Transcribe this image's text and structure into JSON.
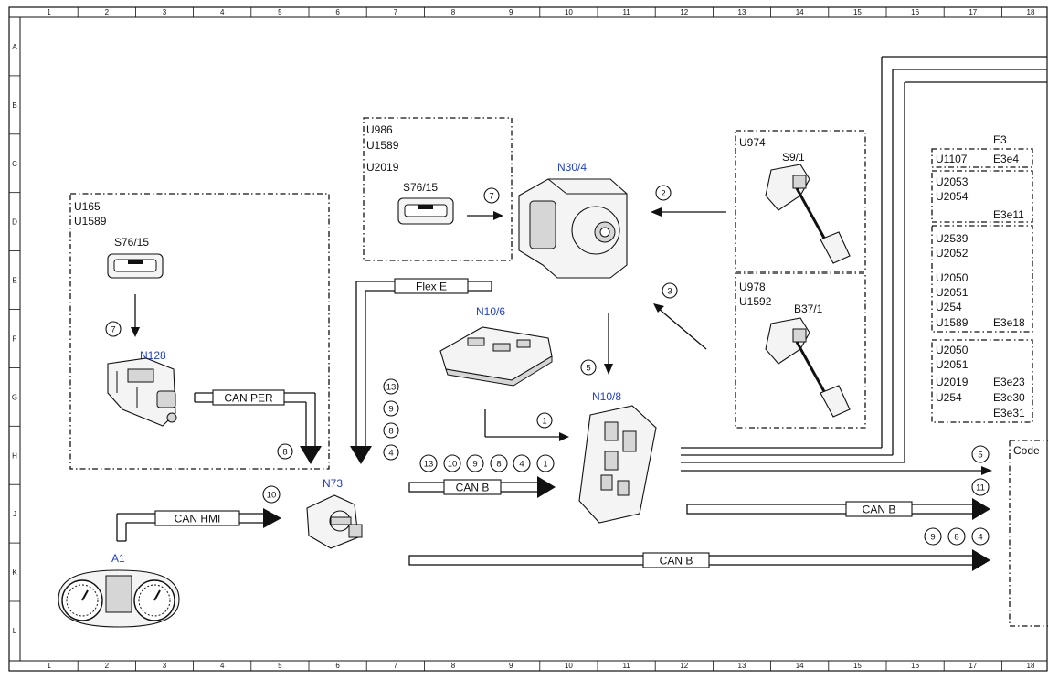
{
  "grid": {
    "columns": [
      "1",
      "2",
      "3",
      "4",
      "5",
      "6",
      "7",
      "8",
      "9",
      "10",
      "11",
      "12",
      "13",
      "14",
      "15",
      "16",
      "17",
      "18"
    ],
    "rows": [
      "A",
      "B",
      "C",
      "D",
      "E",
      "F",
      "G",
      "H",
      "J",
      "K",
      "L"
    ]
  },
  "groups": {
    "left_box": {
      "codes": [
        "U165",
        "U1589"
      ],
      "switch": "S76/15",
      "step": "7",
      "module": "N128",
      "bus_step": "8"
    },
    "center_box": {
      "codes": [
        "U986",
        "U1589",
        "U2019"
      ],
      "switch": "S76/15",
      "step": "7"
    },
    "right_top_box": {
      "codes": [
        "U974"
      ],
      "component": "S9/1"
    },
    "right_bottom_box": {
      "codes": [
        "U978",
        "U1592"
      ],
      "component": "B37/1"
    }
  },
  "components": {
    "n30_4": "N30/4",
    "n10_6": "N10/6",
    "n10_8": "N10/8",
    "n73": "N73",
    "a1": "A1"
  },
  "buses": {
    "flex_e": "Flex E",
    "can_per": "CAN PER",
    "can_hmi": "CAN HMI",
    "can_b_center": "CAN B",
    "can_b_right": "CAN B",
    "can_b_bottom": "CAN B"
  },
  "steps": {
    "s2": "2",
    "s3": "3",
    "s5_center": "5",
    "s1_center": "1",
    "n73_stack": [
      "13",
      "9",
      "8",
      "4"
    ],
    "can_b_row": [
      "13",
      "10",
      "9",
      "8",
      "4",
      "1"
    ],
    "s10": "10",
    "right_5": "5",
    "right_11": "11",
    "right_row": [
      "9",
      "8",
      "4"
    ]
  },
  "e3_panel": {
    "title": "E3",
    "blocks": [
      {
        "codes": [
          "U1107"
        ],
        "refs": [
          "E3e4"
        ]
      },
      {
        "codes": [
          "U2053",
          "U2054"
        ],
        "refs": [
          "E3e11"
        ]
      },
      {
        "codes": [
          "U2539",
          "U2052",
          "U2050",
          "U2051",
          "U254",
          "U1589"
        ],
        "refs": [
          "E3e18"
        ]
      },
      {
        "codes": [
          "U2050",
          "U2051",
          "U2019",
          "U254"
        ],
        "refs": [
          "E3e23",
          "E3e30",
          "E3e31"
        ]
      }
    ]
  },
  "code_box": {
    "label": "Code"
  }
}
